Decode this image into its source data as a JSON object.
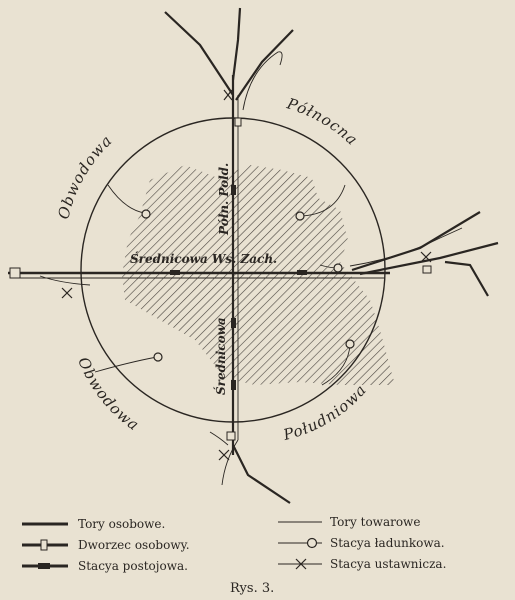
{
  "labels": {
    "top_right": "Północna",
    "top_left": "Obwodowa",
    "bottom_left": "Obwodowa",
    "bottom_right": "Południowa",
    "horizontal": "Średnicowa  Ws. Zach.",
    "vertical_north": "Półn. Pold.",
    "vertical_south": "Średnicowa"
  },
  "legend": {
    "left": [
      "Tory osobowe.",
      "Dworzec osobowy.",
      "Stacya postojowa."
    ],
    "right": [
      "Tory towarowe",
      "Stacya ładunkowa.",
      "Stacya ustawnicza."
    ]
  },
  "caption": "Rys. 3."
}
